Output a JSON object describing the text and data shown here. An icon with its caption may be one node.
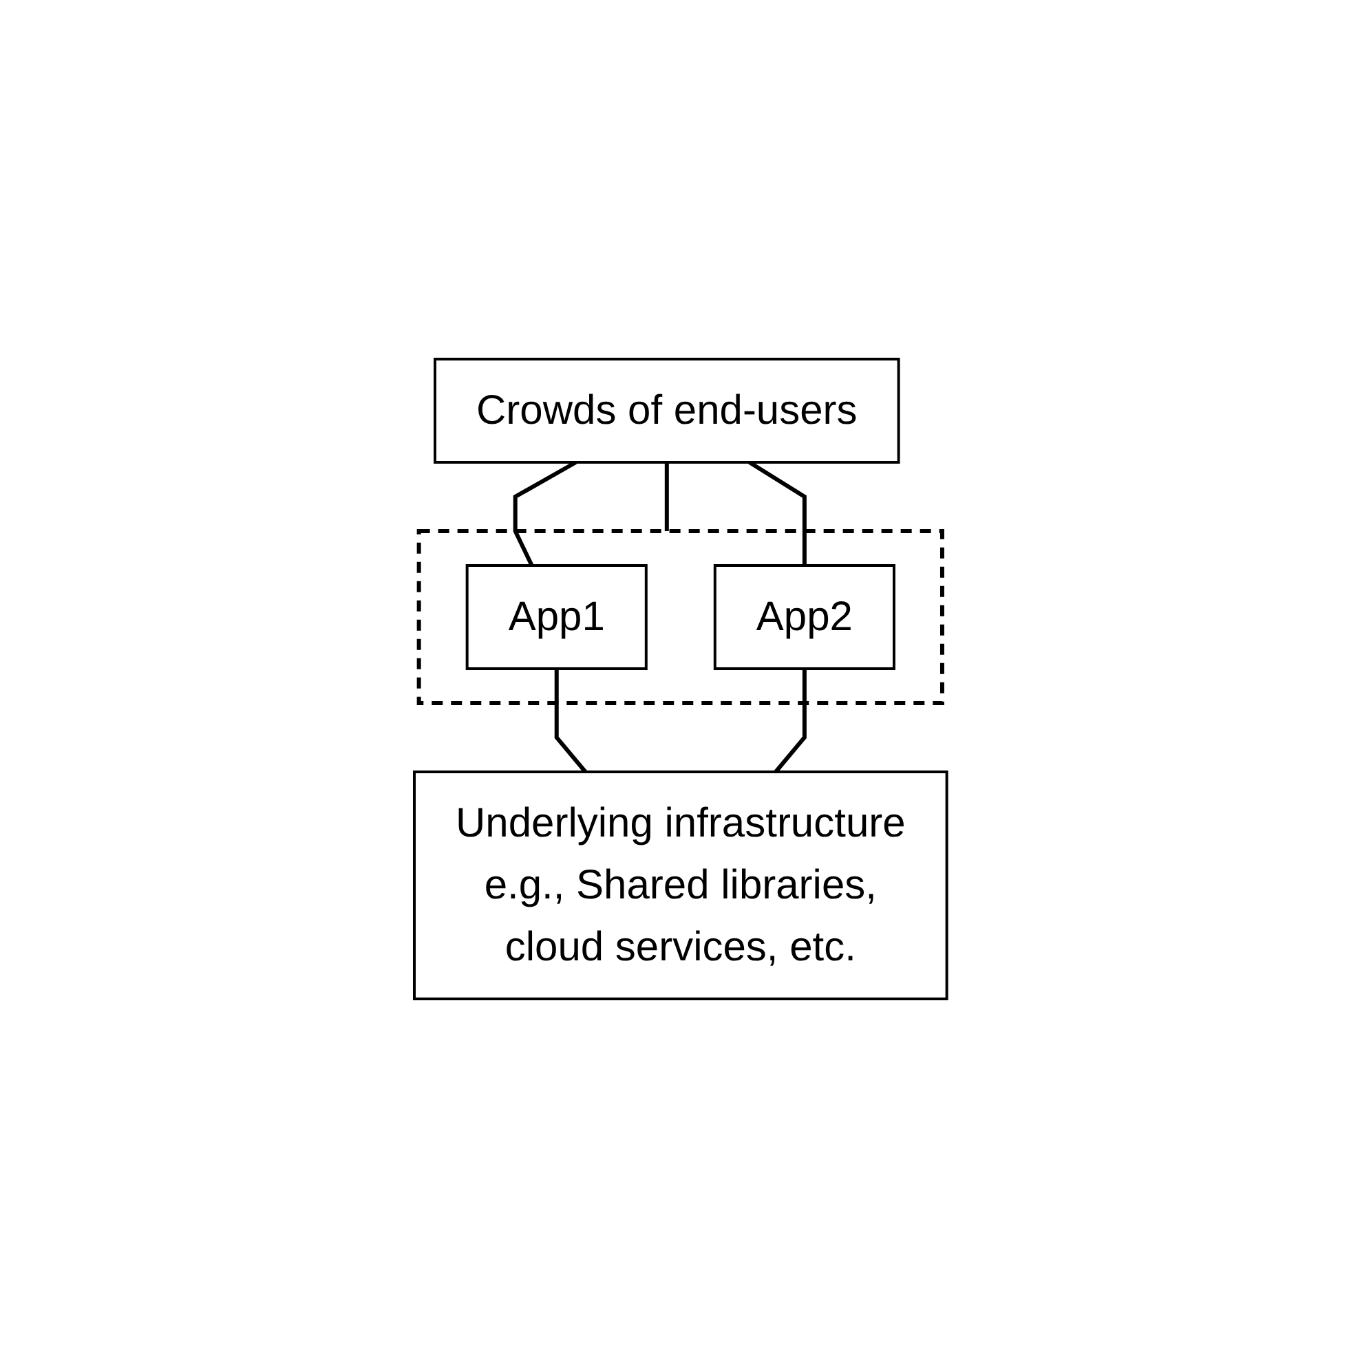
{
  "diagram": {
    "nodes": [
      {
        "text": [
          "Crowds of end-users"
        ]
      },
      {
        "text": [],
        "shape": "box"
      },
      {
        "text": [
          "App1"
        ],
        "in": 1
      },
      {
        "text": [
          "App2"
        ],
        "in": 1
      },
      {
        "text": [
          "Underlying infrastructure e.g., Shared libraries, cloud services, etc."
        ]
      }
    ],
    "edges": [
      {
        "from": 0,
        "to": 2,
        "arrow": "none"
      },
      {
        "from": 0,
        "to": 1,
        "arrow": "none"
      },
      {
        "from": 0,
        "to": 3,
        "arrow": "none"
      },
      {
        "from": 2,
        "to": 4,
        "arrow": "none"
      },
      {
        "from": 3,
        "to": 4,
        "arrow": "none"
      }
    ]
  }
}
